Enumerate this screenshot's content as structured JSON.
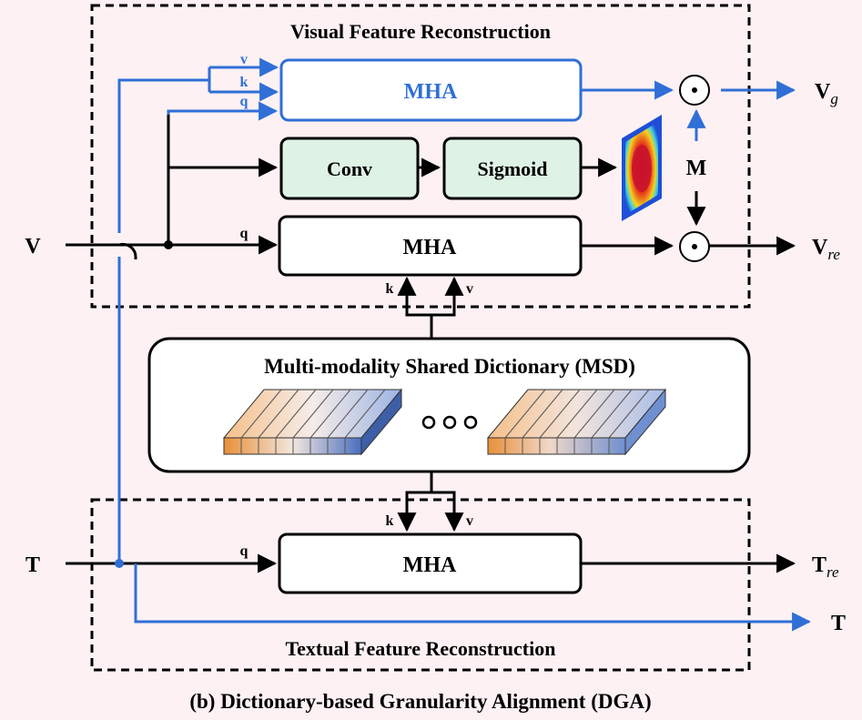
{
  "visual_section": {
    "title": "Visual Feature Reconstruction"
  },
  "textual_section": {
    "title": "Textual Feature Reconstruction"
  },
  "caption": "(b) Dictionary-based Granularity Alignment (DGA)",
  "blocks": {
    "mha_gate": "MHA",
    "conv": "Conv",
    "sigmoid": "Sigmoid",
    "mha_visual": "MHA",
    "mha_text": "MHA",
    "msd_title": "Multi-modality Shared Dictionary (MSD)"
  },
  "ports": {
    "q": "q",
    "k": "k",
    "v": "v"
  },
  "inputs": {
    "v": "V",
    "t": "T"
  },
  "outputs": {
    "vg_main": "V",
    "vg_sub": "g",
    "vre_main": "V",
    "vre_sub": "re",
    "tre_main": "T",
    "tre_sub": "re",
    "t_pass": "T"
  },
  "mask_label": "M",
  "operators": {
    "hadamard": "⊙"
  },
  "colors": {
    "blue": "#2f6fd6",
    "black": "#000000",
    "green_fill": "#dff2e6",
    "background": "#fdf1f3"
  },
  "icons": {
    "heatmap": "attention-heatmap",
    "dictionary_tensor": "codebook-tensor"
  }
}
